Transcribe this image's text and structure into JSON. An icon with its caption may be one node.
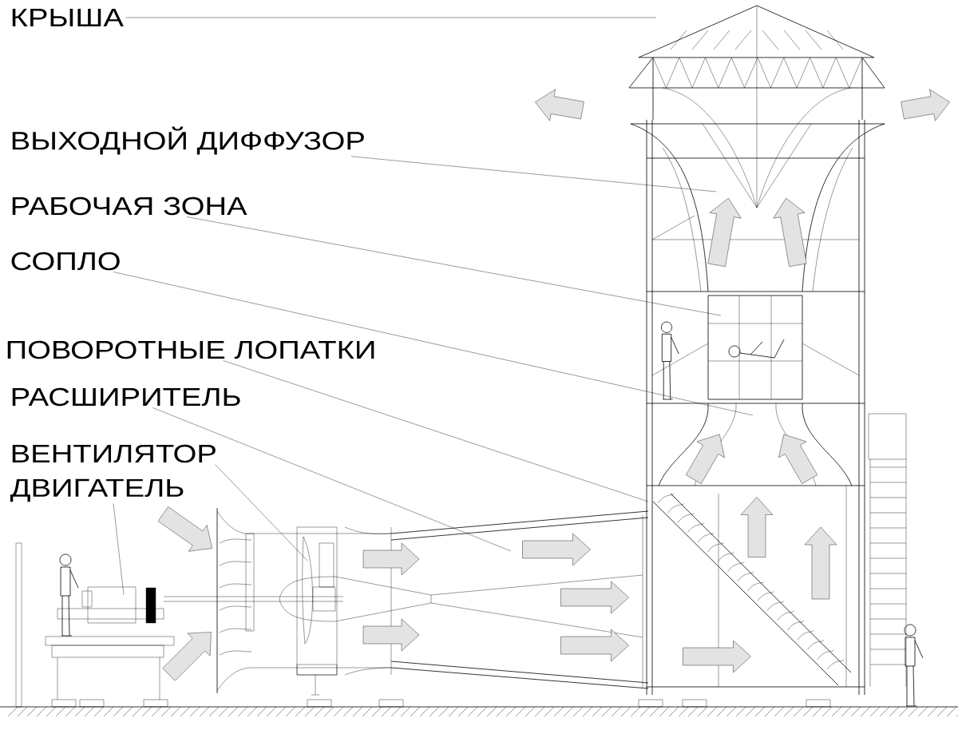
{
  "diagram": {
    "nodes": [
      {
        "text": [
          "КРЫША"
        ]
      },
      {
        "text": [
          "ВЫХОДНОЙ ДИФФУЗОР"
        ]
      },
      {
        "text": [
          "РАБОЧАЯ ЗОНА"
        ]
      },
      {
        "text": [
          "СОПЛО"
        ]
      },
      {
        "text": [
          "ПОВОРОТНЫЕ ЛОПАТКИ"
        ]
      },
      {
        "text": [
          "РАСШИРИТЕЛЬ"
        ]
      },
      {
        "text": [
          "ВЕНТИЛЯТОР"
        ]
      },
      {
        "text": [
          "ДВИГАТЕЛЬ"
        ]
      }
    ],
    "edges": [
      {
        "from": 0,
        "to": null,
        "arrow": "none"
      },
      {
        "from": 1,
        "to": null,
        "arrow": "none"
      },
      {
        "from": 2,
        "to": null,
        "arrow": "none"
      },
      {
        "from": 3,
        "to": null,
        "arrow": "none"
      },
      {
        "from": 4,
        "to": null,
        "arrow": "none"
      },
      {
        "from": 5,
        "to": null,
        "arrow": "none"
      },
      {
        "from": 6,
        "to": null,
        "arrow": "none"
      },
      {
        "from": 7,
        "to": null,
        "arrow": "none"
      }
    ]
  }
}
